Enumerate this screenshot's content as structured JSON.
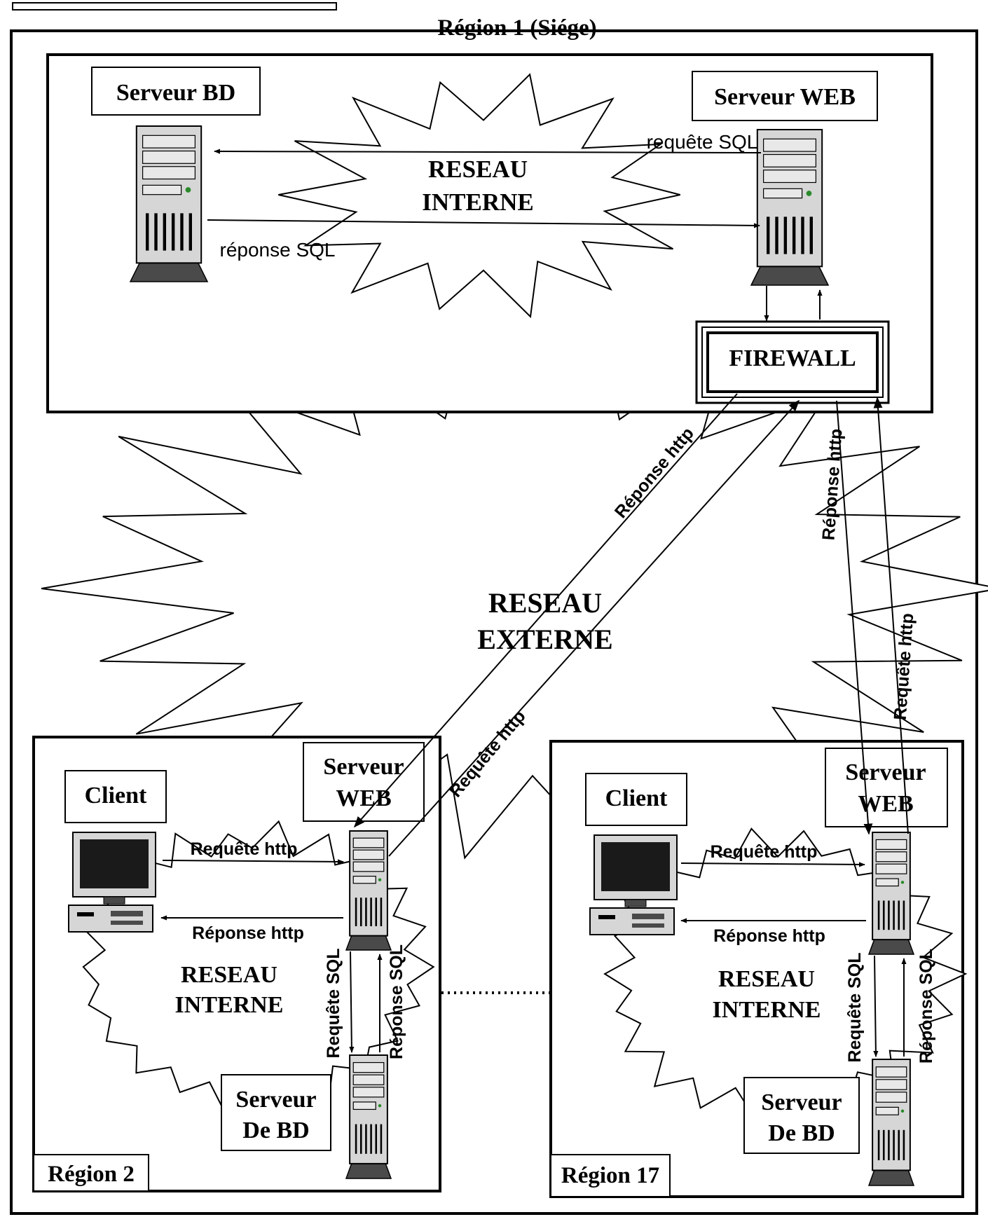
{
  "region1": {
    "title": "Région 1 (Siége)",
    "db_server": "Serveur BD",
    "web_server": "Serveur WEB",
    "network_line1": "RESEAU",
    "network_line2": "INTERNE",
    "sql_request": "requête SQL",
    "sql_response": "réponse SQL",
    "firewall": "FIREWALL"
  },
  "external": {
    "network_line1": "RESEAU",
    "network_line2": "EXTERNE",
    "http_response": "Réponse http",
    "http_request": "Requête http"
  },
  "regions": [
    {
      "name": "Région 2",
      "client": "Client",
      "web_server_line1": "Serveur",
      "web_server_line2": "WEB",
      "db_server_line1": "Serveur",
      "db_server_line2": "De BD",
      "network_line1": "RESEAU",
      "network_line2": "INTERNE",
      "http_request": "Requête http",
      "http_response": "Réponse http",
      "sql_request": "Requête SQL",
      "sql_response": "Réponse SQL"
    },
    {
      "name": "Région 17",
      "client": "Client",
      "web_server_line1": "Serveur",
      "web_server_line2": "WEB",
      "db_server_line1": "Serveur",
      "db_server_line2": "De BD",
      "network_line1": "RESEAU",
      "network_line2": "INTERNE",
      "http_request": "Requête http",
      "http_response": "Réponse http",
      "sql_request": "Requête SQL",
      "sql_response": "Réponse SQL"
    }
  ],
  "colors": {
    "line": "#000000",
    "server_body": "#d6d6d6",
    "server_dark": "#4a4a4a",
    "screen": "#1a1a1a"
  }
}
